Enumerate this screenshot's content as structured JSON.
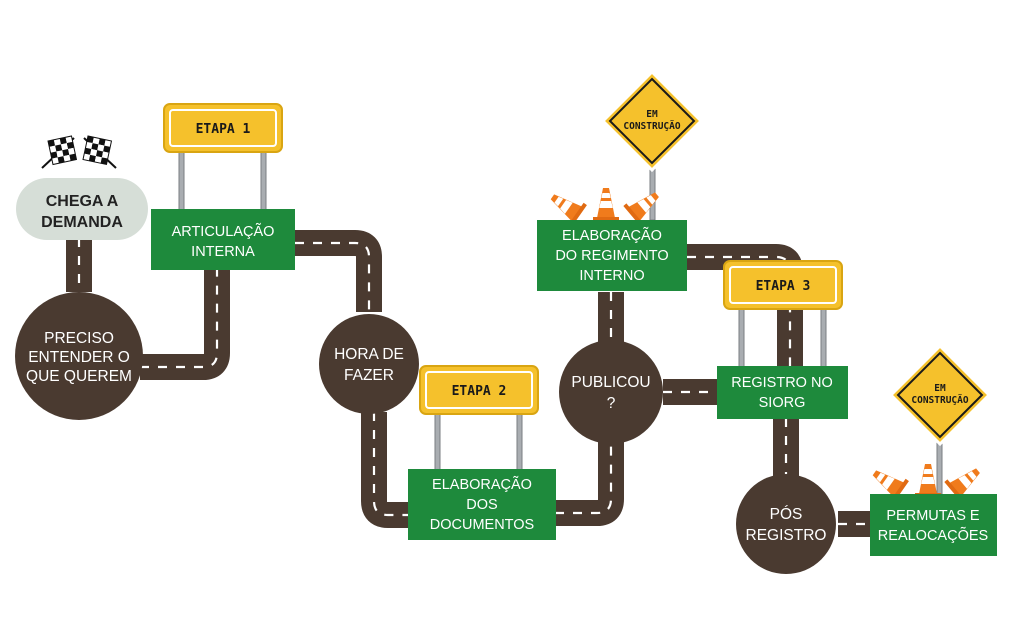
{
  "colors": {
    "road": "#4a3a30",
    "node": "#4a3a30",
    "box": "#1e8a3c",
    "sign_yellow": "#f5c12c",
    "start_bubble": "#d6ded7",
    "cone_orange": "#f07b1c"
  },
  "start": {
    "line1": "CHEGA A",
    "line2": "DEMANDA",
    "icon": "checkered-flags-icon"
  },
  "nodes": {
    "entender": {
      "line1": "PRECISO",
      "line2": "ENTENDER O",
      "line3": "QUE QUEREM"
    },
    "hora": {
      "line1": "HORA DE",
      "line2": "FAZER"
    },
    "publicou": {
      "line1": "PUBLICOU",
      "line2": "?"
    },
    "pos": {
      "line1": "PÓS",
      "line2": "REGISTRO"
    }
  },
  "boxes": {
    "articulacao": {
      "line1": "ARTICULAÇÃO",
      "line2": "INTERNA"
    },
    "documentos": {
      "line1": "ELABORAÇÃO",
      "line2": "DOS",
      "line3": "DOCUMENTOS"
    },
    "regimento": {
      "line1": "ELABORAÇÃO",
      "line2": "DO REGIMENTO",
      "line3": "INTERNO"
    },
    "siorg": {
      "line1": "REGISTRO NO",
      "line2": "SIORG"
    },
    "permutas": {
      "line1": "PERMUTAS E",
      "line2": "REALOCAÇÕES"
    }
  },
  "signs": {
    "etapa1": "ETAPA 1",
    "etapa2": "ETAPA 2",
    "etapa3": "ETAPA 3"
  },
  "warnings": {
    "w1": {
      "line1": "EM",
      "line2": "CONSTRUÇÃO"
    },
    "w2": {
      "line1": "EM",
      "line2": "CONSTRUÇÃO"
    }
  }
}
